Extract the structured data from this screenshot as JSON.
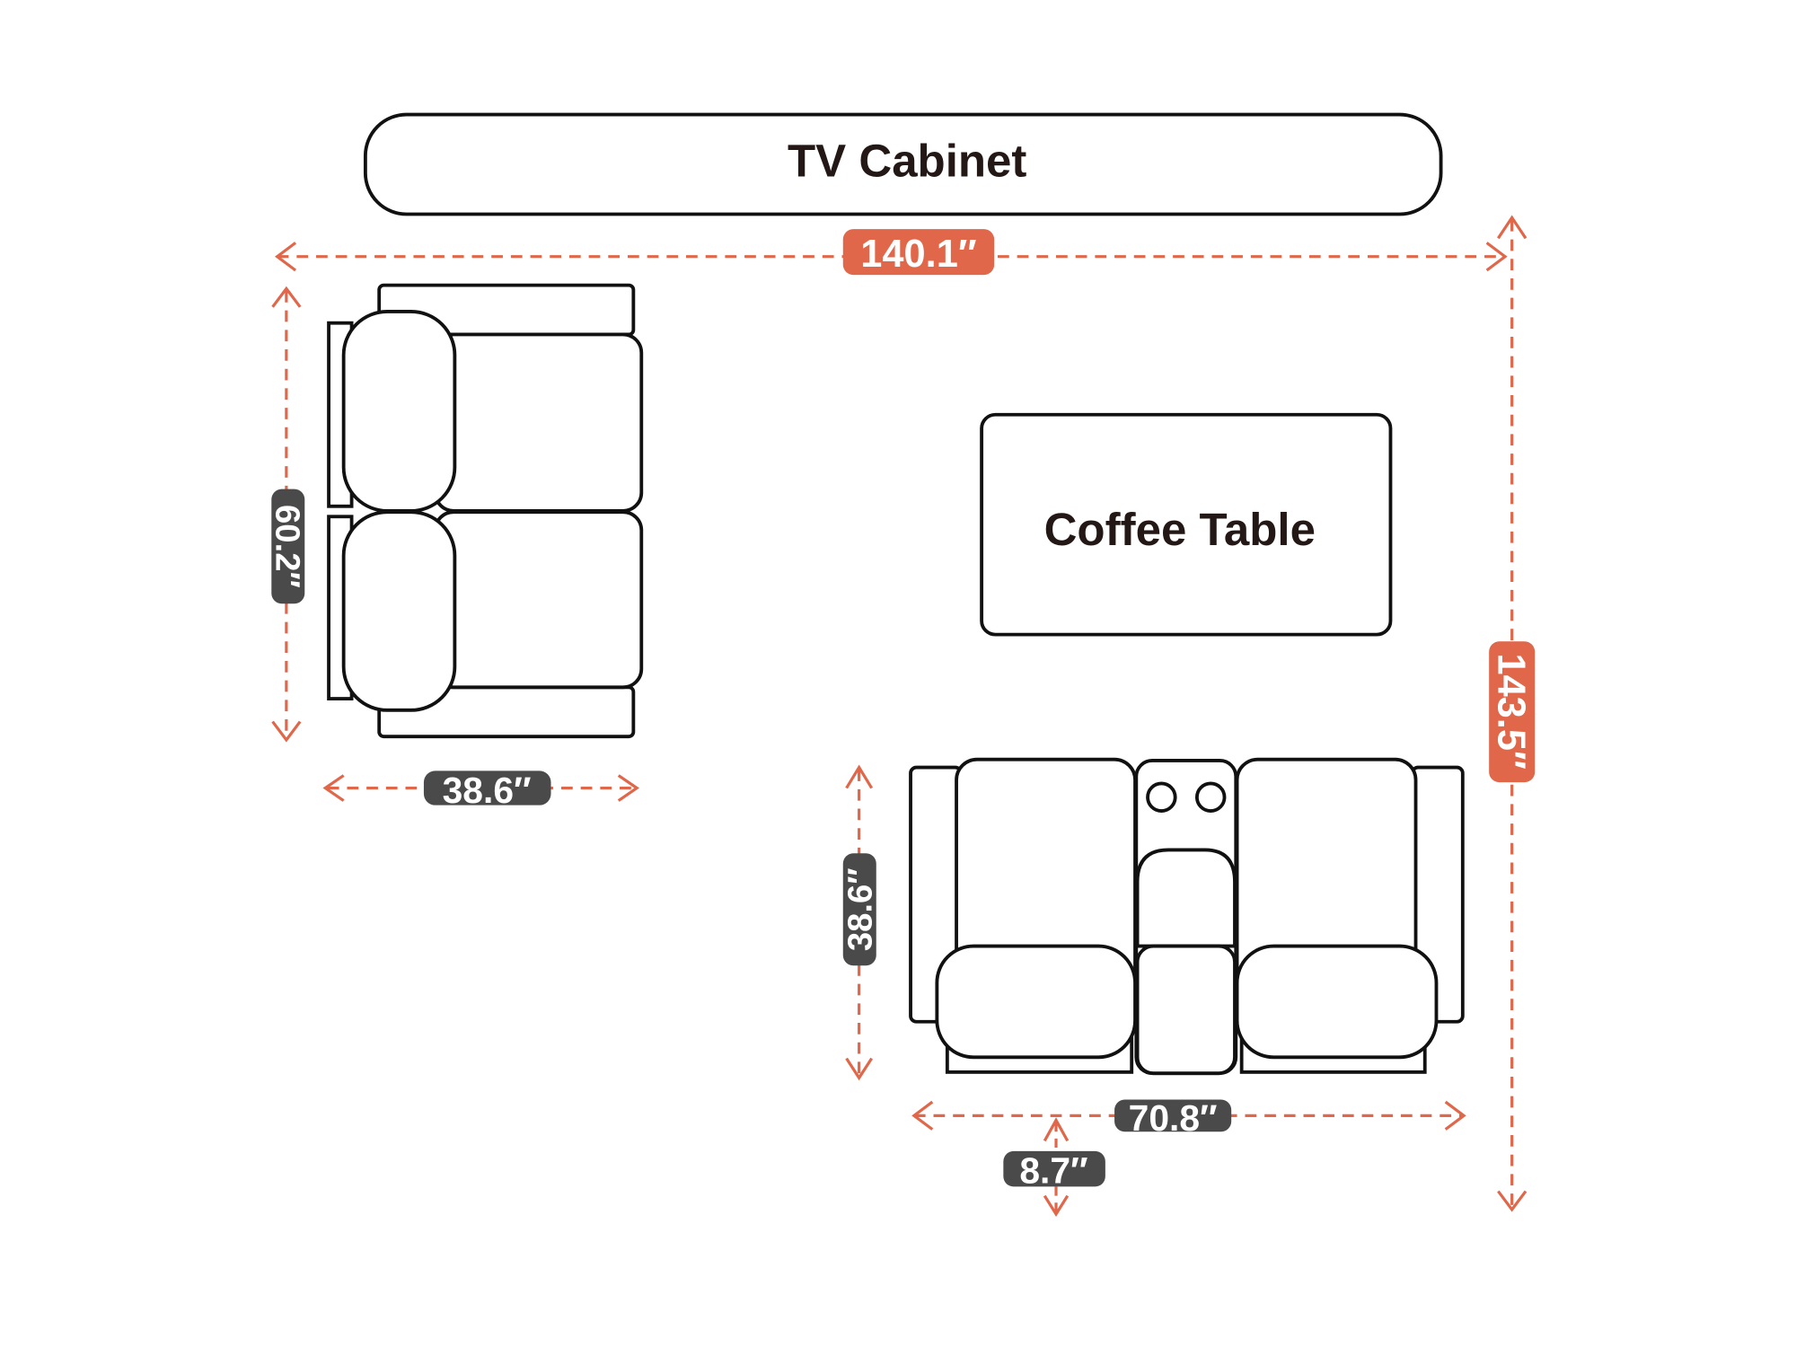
{
  "labels": {
    "tv_cabinet": "TV Cabinet",
    "coffee_table": "Coffee Table"
  },
  "dimensions": {
    "total_width": "140.1″",
    "total_depth": "143.5″",
    "side_sofa_length": "60.2″",
    "side_sofa_depth": "38.6″",
    "front_sofa_depth": "38.6″",
    "front_sofa_width": "70.8″",
    "clearance": "8.7″"
  },
  "colors": {
    "accent": "#e0674a",
    "badge_dark": "#4a4a4a",
    "outline": "#111111"
  }
}
